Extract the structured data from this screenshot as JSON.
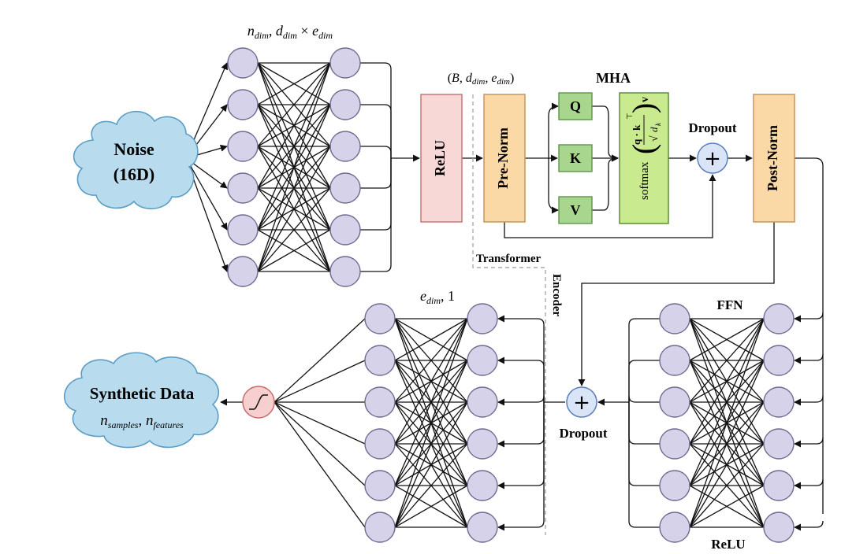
{
  "labels": {
    "noise_line1": "Noise",
    "noise_line2": "(16D)",
    "synthetic_title": "Synthetic Data",
    "synthetic_sub_n1": "n",
    "synthetic_sub_samples": "samples",
    "synthetic_sep": ", ",
    "synthetic_sub_n2": "n",
    "synthetic_sub_features": "features",
    "top_dims_n": "n",
    "top_dims_dim1": "dim",
    "top_dims_sep": ", ",
    "top_dims_d": "d",
    "top_dims_dim2": "dim",
    "top_dims_times": " × ",
    "top_dims_e": "e",
    "top_dims_dim3": "dim",
    "bottom_dims_e": "e",
    "bottom_dims_dim": "dim",
    "bottom_dims_rest": ", 1",
    "tensor_shape_open": "(",
    "tensor_shape_B": "B",
    "tensor_shape_sep1": ", ",
    "tensor_shape_d": "d",
    "tensor_shape_dim1": "dim",
    "tensor_shape_sep2": ", ",
    "tensor_shape_e": "e",
    "tensor_shape_dim2": "dim",
    "tensor_shape_close": ")",
    "mha": "MHA",
    "relu_box": "ReLU",
    "prenorm": "Pre-Norm",
    "postnorm": "Post-Norm",
    "q": "Q",
    "k": "K",
    "v": "V",
    "softmax_word": "softmax",
    "softmax_qk": "q · k",
    "softmax_T": "⊤",
    "softmax_v": "v",
    "softmax_sqrt": "√",
    "softmax_dk_d": "d",
    "softmax_dk_k": "k",
    "dropout_top": "Dropout",
    "dropout_bottom": "Dropout",
    "plus": "+",
    "transformer": "Transformer",
    "encoder": "Encoder",
    "ffn": "FFN",
    "relu_bottom": "ReLU"
  },
  "colors": {
    "neuron_fill": "#d6d2ea",
    "neuron_stroke": "#6e6a8e",
    "cloud_fill": "#b8dcee",
    "cloud_stroke": "#5b9dc4",
    "relu_fill": "#f8d7d7",
    "relu_stroke": "#c87777",
    "norm_fill": "#fad9a6",
    "norm_stroke": "#c8955a",
    "qkv_fill": "#a9d68f",
    "qkv_stroke": "#5d9448",
    "softmax_fill": "#c9ea8f",
    "softmax_stroke": "#5d8d3a",
    "dropout_fill": "#d9e4f7",
    "dropout_stroke": "#5a7fb8",
    "activation_fill": "#f6cfcf",
    "activation_stroke": "#c66b6b",
    "line": "#111111",
    "dashed": "#aaaaaa"
  }
}
